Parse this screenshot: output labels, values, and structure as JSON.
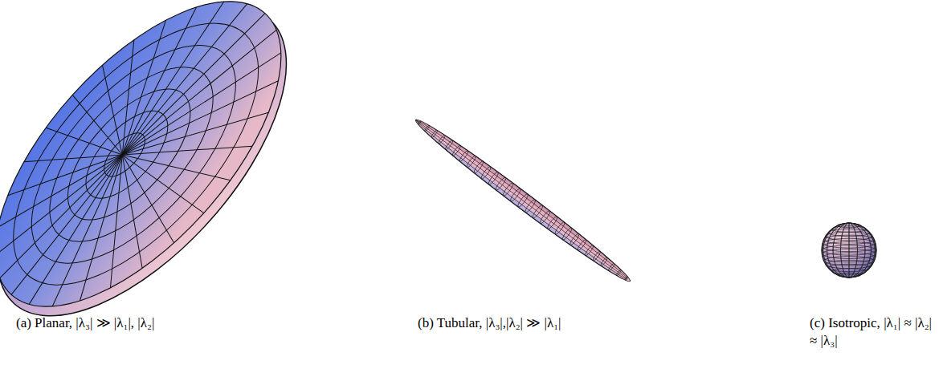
{
  "diagram": {
    "labels": [
      "(a) Planar, |λ₃| ≫ |λ₁|, |λ₂|",
      "(b) Tubular, |λ₃|,|λ₂| ≫ |λ₁|",
      "(c) Isotropic, |λ₁| ≈ |λ₂| ≈ |λ₃|"
    ]
  }
}
